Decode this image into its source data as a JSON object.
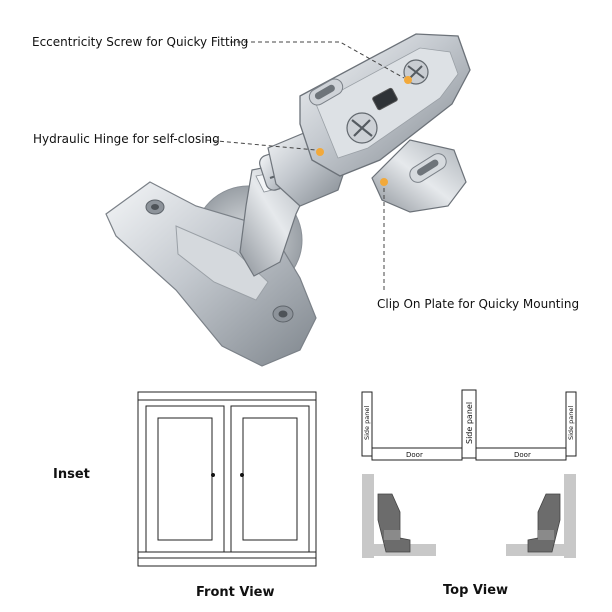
{
  "callouts": {
    "eccentricity": "Eccentricity Screw for Quicky Fitting",
    "hydraulic": "Hydraulic Hinge for self-closing",
    "clip_on": "Clip On Plate for Quicky Mounting"
  },
  "labels": {
    "inset": "Inset",
    "front_view": "Front View",
    "top_view": "Top View",
    "side_panel": "Side panel",
    "door": "Door"
  },
  "colors": {
    "marker": "#f2a93b",
    "metal_light": "#e9ecef",
    "metal_mid": "#b9bec4",
    "metal_dark": "#7e848b",
    "panel_gray": "#c8c8c8",
    "hinge_dark": "#6c6c6c"
  }
}
